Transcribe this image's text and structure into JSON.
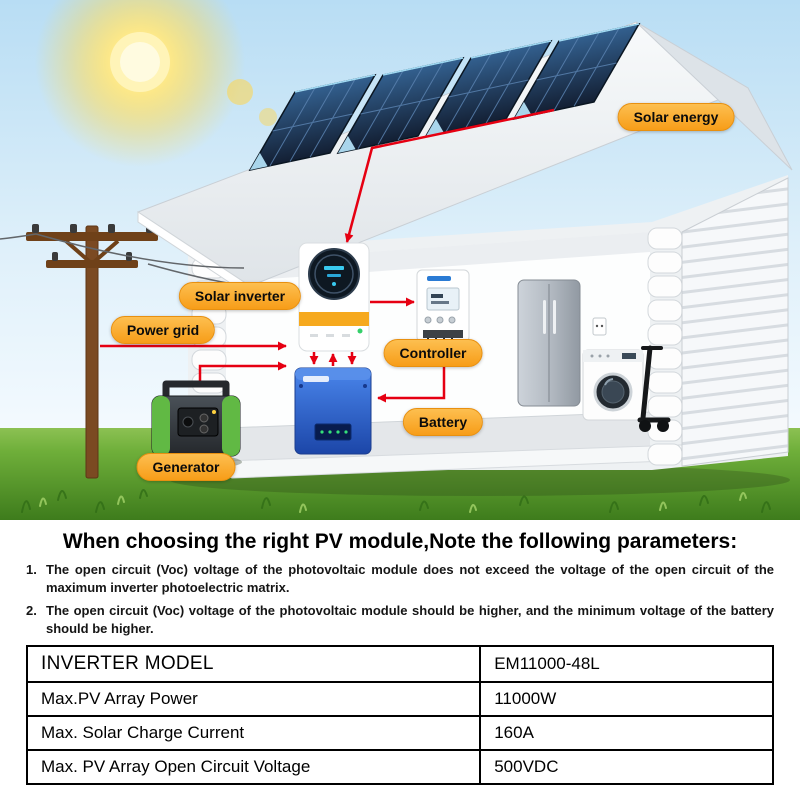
{
  "scene": {
    "labels": {
      "solar_energy": "Solar energy",
      "solar_inverter": "Solar inverter",
      "power_grid": "Power grid",
      "controller": "Controller",
      "battery": "Battery",
      "generator": "Generator"
    },
    "colors": {
      "label_bg": "#F9A93C",
      "arrow_red": "#E60012",
      "panel_blue": "#1C3A5E",
      "battery_blue": "#2A5FC4",
      "grass_green": "#5E9C2E",
      "sun_yellow": "#FFD94D"
    }
  },
  "info": {
    "heading": "When choosing the right PV module,Note the following parameters:",
    "notes": [
      {
        "num": "1.",
        "text": "The open circuit (Voc) voltage of the photovoltaic module does not exceed the voltage of the open circuit of the maximum inverter photoelectric matrix."
      },
      {
        "num": "2.",
        "text": "The open circuit (Voc) voltage of the photovoltaic module should be higher, and the minimum voltage of the battery should be higher."
      }
    ]
  },
  "spec_table": {
    "rows": [
      {
        "label": "INVERTER MODEL",
        "value": "EM11000-48L"
      },
      {
        "label": "Max.PV Array Power",
        "value": "11000W"
      },
      {
        "label": "Max. Solar Charge Current",
        "value": "160A"
      },
      {
        "label": "Max. PV Array Open Circuit Voltage",
        "value": "500VDC"
      }
    ]
  }
}
